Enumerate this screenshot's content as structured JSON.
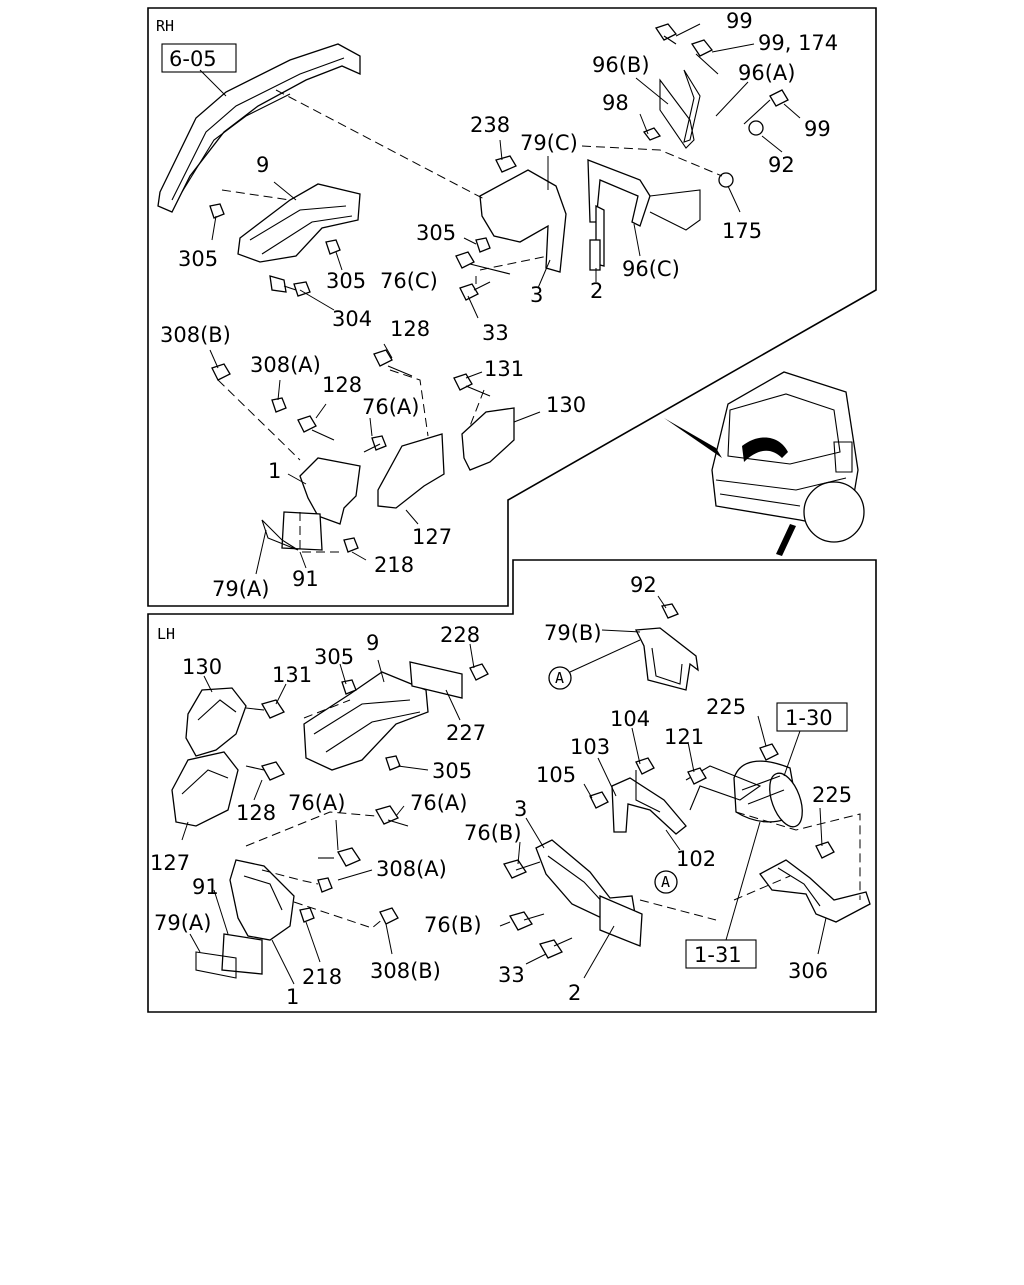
{
  "sections": {
    "rh": {
      "label": "RH",
      "ref": "6-05"
    },
    "lh": {
      "label": "LH"
    }
  },
  "refs": {
    "r130": "1-30",
    "r131": "1-31",
    "circle_a": "A"
  },
  "rh_labels": {
    "l99a": "99",
    "l99174": "99, 174",
    "l96b": "96(B)",
    "l96a": "96(A)",
    "l98": "98",
    "l99b": "99",
    "l238": "238",
    "l79c": "79(C)",
    "l92": "92",
    "l9": "9",
    "l305a": "305",
    "l305b": "305",
    "l305c": "305",
    "l76c": "76(C)",
    "l175": "175",
    "l96c": "96(C)",
    "l3": "3",
    "l2": "2",
    "l304": "304",
    "l33": "33",
    "l308b": "308(B)",
    "l128a": "128",
    "l308a": "308(A)",
    "l131": "131",
    "l128b": "128",
    "l76a": "76(A)",
    "l130": "130",
    "l1": "1",
    "l127": "127",
    "l218": "218",
    "l79a": "79(A)",
    "l91": "91"
  },
  "lh_labels": {
    "l92": "92",
    "l79b": "79(B)",
    "l130": "130",
    "l131": "131",
    "l305a": "305",
    "l9": "9",
    "l228": "228",
    "l227": "227",
    "l305b": "305",
    "l104": "104",
    "l225a": "225",
    "l103": "103",
    "l121": "121",
    "l105": "105",
    "l128": "128",
    "l76a1": "76(A)",
    "l76a2": "76(A)",
    "l3": "3",
    "l225b": "225",
    "l76b1": "76(B)",
    "l102": "102",
    "l127": "127",
    "l308a": "308(A)",
    "l91": "91",
    "l79a": "79(A)",
    "l76b2": "76(B)",
    "l218": "218",
    "l308b": "308(B)",
    "l33": "33",
    "l2": "2",
    "l1": "1",
    "l306": "306"
  }
}
